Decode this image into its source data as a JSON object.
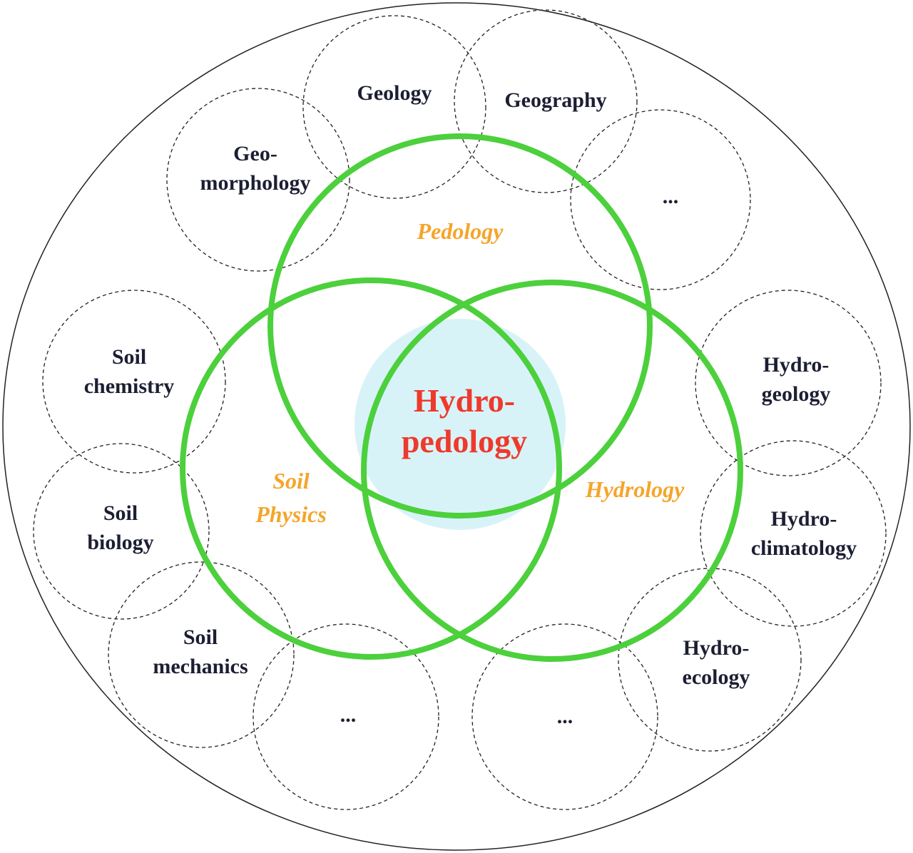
{
  "title": "Hydropedology",
  "center_label": [
    "Hydro-",
    "pedology"
  ],
  "core_disciplines": [
    {
      "lines": [
        "Pedology"
      ]
    },
    {
      "lines": [
        "Soil",
        "Physics"
      ]
    },
    {
      "lines": [
        "Hydrology"
      ]
    }
  ],
  "related_fields": [
    {
      "lines": [
        "Geology"
      ]
    },
    {
      "lines": [
        "Geography"
      ]
    },
    {
      "lines": [
        "Geo-",
        "morphology"
      ]
    },
    {
      "lines": [
        "..."
      ]
    },
    {
      "lines": [
        "Soil",
        "chemistry"
      ]
    },
    {
      "lines": [
        "Soil",
        "biology"
      ]
    },
    {
      "lines": [
        "Soil",
        "mechanics"
      ]
    },
    {
      "lines": [
        "..."
      ]
    },
    {
      "lines": [
        "..."
      ]
    },
    {
      "lines": [
        "Hydro-",
        "ecology"
      ]
    },
    {
      "lines": [
        "Hydro-",
        "climatology"
      ]
    },
    {
      "lines": [
        "Hydro-",
        "geology"
      ]
    }
  ],
  "colors": {
    "green": "#4cd03c",
    "orange": "#f5a52a",
    "red": "#ee3a2c",
    "center_fill": "#d8f3f8"
  }
}
